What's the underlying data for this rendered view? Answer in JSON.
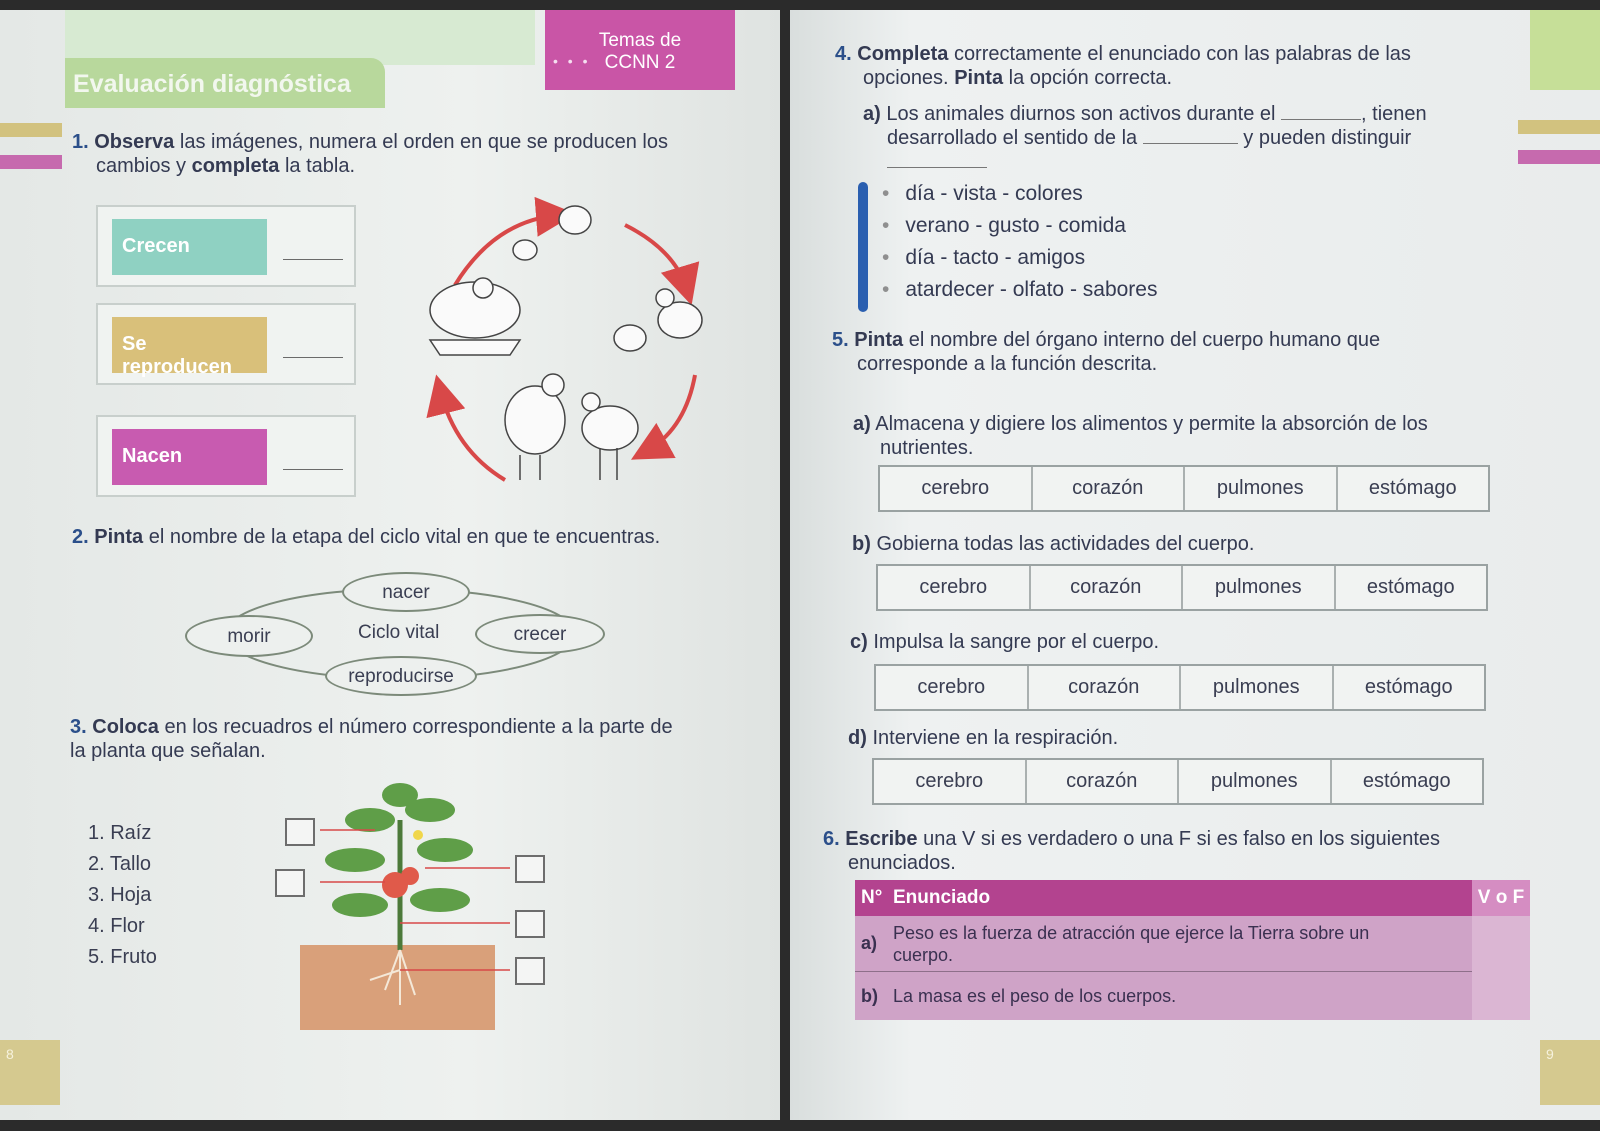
{
  "header": {
    "title": "Evaluación diagnóstica",
    "tag_line1": "Temas de",
    "tag_line2": "CCNN 2"
  },
  "q1": {
    "number": "1.",
    "verb1": "Observa",
    "text1": "las imágenes, numera el orden en que se producen los",
    "text2": "cambios y",
    "verb2": "completa",
    "text3": "la tabla.",
    "stages": [
      "Crecen",
      "Se reproducen",
      "Nacen"
    ]
  },
  "q2": {
    "number": "2.",
    "verb": "Pinta",
    "text": "el nombre de la etapa del ciclo vital en que te encuentras.",
    "center": "Ciclo vital",
    "nodes": [
      "nacer",
      "crecer",
      "reproducirse",
      "morir"
    ]
  },
  "q3": {
    "number": "3.",
    "verb": "Coloca",
    "text1": "en los recuadros el número correspondiente a la parte de",
    "text2": "la planta que señalan.",
    "parts": [
      "1. Raíz",
      "2. Tallo",
      "3. Hoja",
      "4. Flor",
      "5. Fruto"
    ]
  },
  "q4": {
    "number": "4.",
    "verb1": "Completa",
    "text1": "correctamente el enunciado con las palabras de las",
    "text2": "opciones.",
    "verb2": "Pinta",
    "text3": "la opción correcta.",
    "sub_letter": "a)",
    "sub_text1": "Los animales diurnos son activos durante el",
    "sub_text2": ", tienen",
    "sub_text3": "desarrollado el sentido de la",
    "sub_text4": "y pueden distinguir",
    "options": [
      "día - vista - colores",
      "verano - gusto - comida",
      "día - tacto - amigos",
      "atardecer - olfato - sabores"
    ]
  },
  "q5": {
    "number": "5.",
    "verb": "Pinta",
    "text1": "el nombre del órgano interno del cuerpo humano que",
    "text2": "corresponde a la función descrita.",
    "items": [
      {
        "letter": "a)",
        "text1": "Almacena y digiere los alimentos y permite la absorción de los",
        "text2": "nutrientes."
      },
      {
        "letter": "b)",
        "text1": "Gobierna todas las actividades del cuerpo.",
        "text2": ""
      },
      {
        "letter": "c)",
        "text1": "Impulsa la sangre por el cuerpo.",
        "text2": ""
      },
      {
        "letter": "d)",
        "text1": "Interviene en la respiración.",
        "text2": ""
      }
    ],
    "organs": [
      "cerebro",
      "corazón",
      "pulmones",
      "estómago"
    ]
  },
  "q6": {
    "number": "6.",
    "verb": "Escribe",
    "text1": "una V si es verdadero o una F si es falso en los siguientes",
    "text2": "enunciados.",
    "col_n": "N°",
    "col_statement": "Enunciado",
    "col_vf": "V o F",
    "rows": [
      {
        "letter": "a)",
        "text1": "Peso es la fuerza de atracción que ejerce la Tierra sobre un",
        "text2": "cuerpo."
      },
      {
        "letter": "b)",
        "text1": "La masa es el peso de los cuerpos.",
        "text2": ""
      }
    ]
  },
  "pages": {
    "left": "8",
    "right": "9"
  },
  "colors": {
    "pink": "#c955a6",
    "green": "#b8d89c",
    "teal": "#8fd1c2",
    "gold": "#d9c07a",
    "magenta": "#c85bb0",
    "blue_text": "#2b4f8a"
  }
}
